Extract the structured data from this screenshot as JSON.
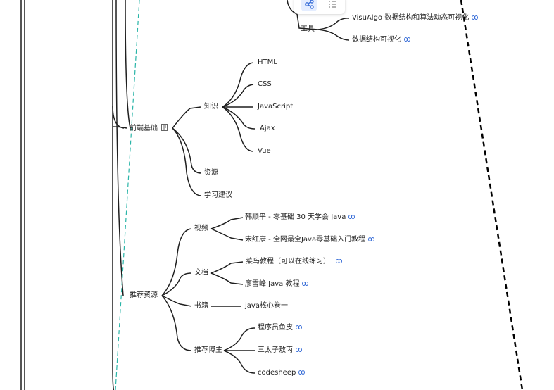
{
  "colors": {
    "branch": "#1f1f1f",
    "link": "#3a6fd8",
    "guide_teal": "#2ab5a8",
    "guide_dash": "#000000",
    "toolbar_active": "#e4edff"
  },
  "toolbar": {
    "icons": [
      "mindmap-layout-icon",
      "list-outline-icon"
    ]
  },
  "tools": {
    "label": "工具",
    "children": [
      {
        "label": "VisuAlgo 数据结构和算法动态可视化",
        "has_link": true
      },
      {
        "label": "数据结构可视化",
        "has_link": true
      }
    ]
  },
  "frontend": {
    "label": "前端基础",
    "has_note": true,
    "knowledge": {
      "label": "知识",
      "children": [
        "HTML",
        "CSS",
        "JavaScript",
        "Ajax",
        "Vue"
      ]
    },
    "resources": {
      "label": "资源"
    },
    "advice": {
      "label": "学习建议"
    }
  },
  "recommended": {
    "label": "推荐资源",
    "video": {
      "label": "视频",
      "children": [
        {
          "label": "韩顺平 - 零基础 30 天学会 Java",
          "has_link": true
        },
        {
          "label": "宋红康 - 全网最全Java零基础入门教程",
          "has_link": true
        }
      ]
    },
    "docs": {
      "label": "文档",
      "children": [
        {
          "label": "菜鸟教程（可以在线练习）",
          "has_link": true
        },
        {
          "label": "廖雪峰 Java 教程",
          "has_link": true
        }
      ]
    },
    "books": {
      "label": "书籍",
      "children": [
        {
          "label": "java核心卷一",
          "has_link": false
        }
      ]
    },
    "bloggers": {
      "label": "推荐博主",
      "children": [
        {
          "label": "程序员鱼皮",
          "has_link": true
        },
        {
          "label": "三太子敖丙",
          "has_link": true
        },
        {
          "label": "codesheep",
          "has_link": true
        }
      ]
    }
  }
}
